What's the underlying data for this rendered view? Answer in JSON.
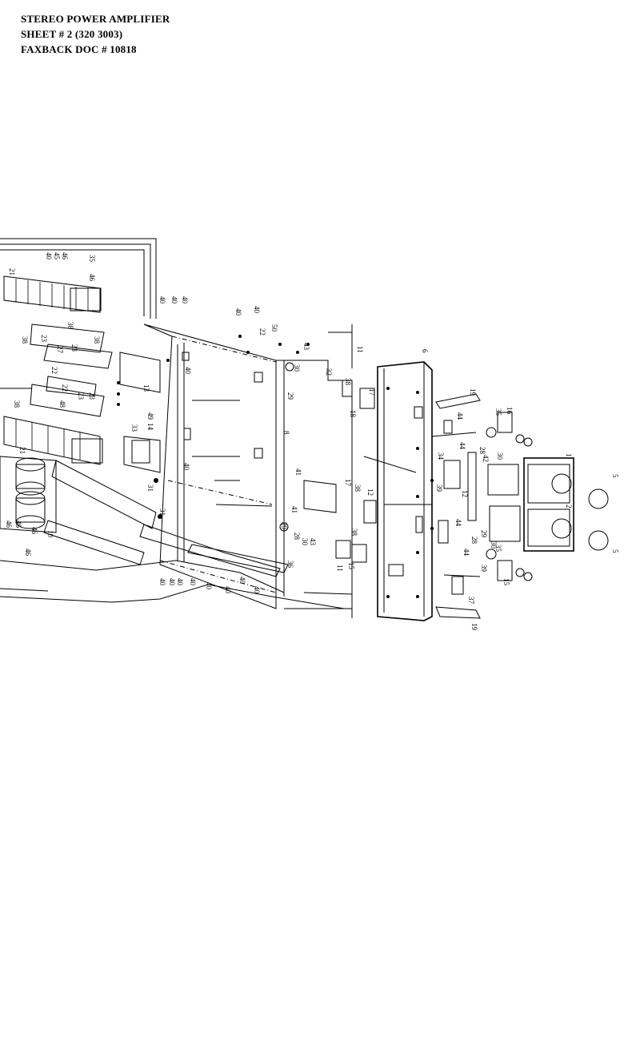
{
  "header": {
    "line1": "STEREO POWER AMPLIFIER",
    "line2": "SHEET # 2  (320 3003)",
    "line3": "FAXBACK DOC # 10818"
  },
  "diagram": {
    "part_numbers": [
      "1",
      "2",
      "5",
      "6",
      "8",
      "10",
      "11",
      "12",
      "13",
      "14",
      "15",
      "16",
      "17",
      "18",
      "19",
      "21",
      "22",
      "23",
      "27",
      "28",
      "29",
      "30",
      "31",
      "32",
      "33",
      "34",
      "35",
      "36",
      "37",
      "38",
      "39",
      "40",
      "41",
      "42",
      "43",
      "44",
      "45",
      "46",
      "48",
      "49",
      "50"
    ]
  }
}
